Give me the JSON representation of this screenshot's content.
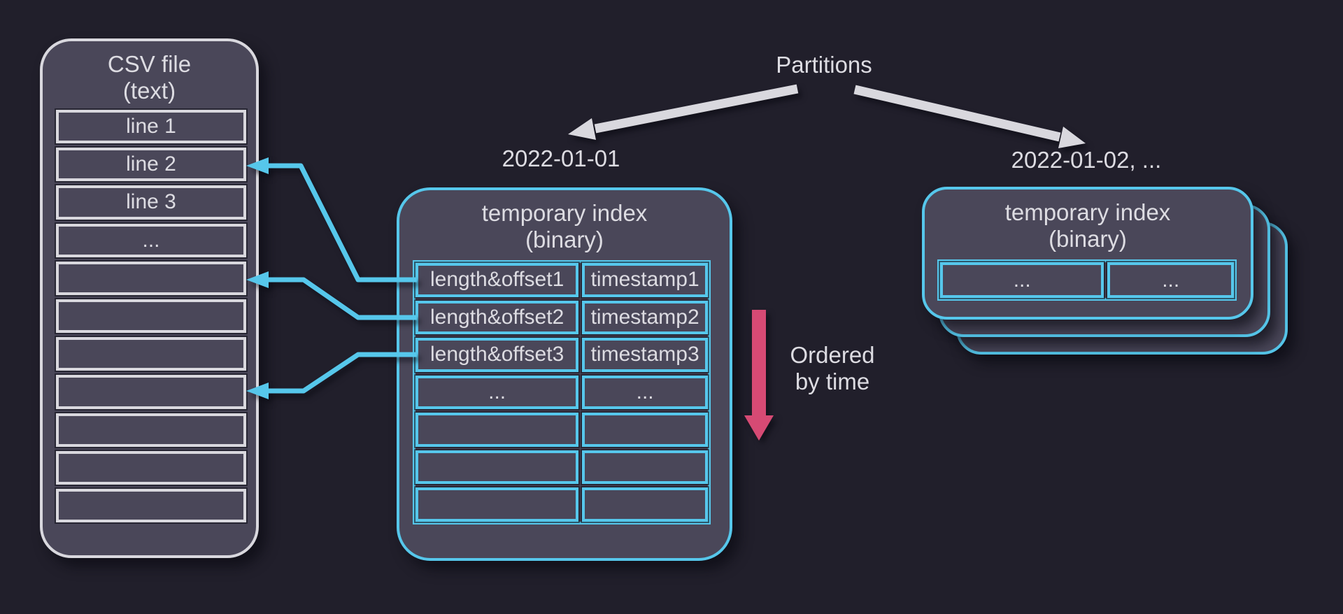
{
  "colors": {
    "background": "#211f2b",
    "panel_fill": "#4a4759",
    "light_border": "#d9d8de",
    "accent_cyan": "#56c7eb",
    "accent_pink": "#d64a74",
    "text": "#dddce2"
  },
  "partitions": {
    "label": "Partitions",
    "left_partition_label": "2022-01-01",
    "right_partition_label": "2022-01-02, ..."
  },
  "csv_file": {
    "title": "CSV file",
    "subtitle": "(text)",
    "rows": [
      "line 1",
      "line 2",
      "line 3",
      "...",
      "",
      "",
      "",
      "",
      "",
      "",
      ""
    ]
  },
  "temporary_index_main": {
    "title": "temporary index",
    "subtitle": "(binary)",
    "rows": [
      {
        "offset": "length&offset1",
        "timestamp": "timestamp1"
      },
      {
        "offset": "length&offset2",
        "timestamp": "timestamp2"
      },
      {
        "offset": "length&offset3",
        "timestamp": "timestamp3"
      },
      {
        "offset": "...",
        "timestamp": "..."
      },
      {
        "offset": "",
        "timestamp": ""
      },
      {
        "offset": "",
        "timestamp": ""
      },
      {
        "offset": "",
        "timestamp": ""
      }
    ]
  },
  "temporary_index_stack": {
    "title": "temporary index",
    "subtitle": "(binary)",
    "stacked_cards": 3,
    "rows": [
      {
        "offset": "...",
        "timestamp": "..."
      }
    ]
  },
  "ordered_by_time": {
    "line1": "Ordered",
    "line2": "by time"
  },
  "connections": {
    "partition_arrows": [
      "2022-01-01",
      "2022-01-02, ..."
    ],
    "index_to_csv_arrow_count": 3,
    "index_to_csv_links": [
      "index row 1 -> csv line 2",
      "index row 2 -> csv row 5",
      "index row 3 -> csv row 8"
    ]
  }
}
